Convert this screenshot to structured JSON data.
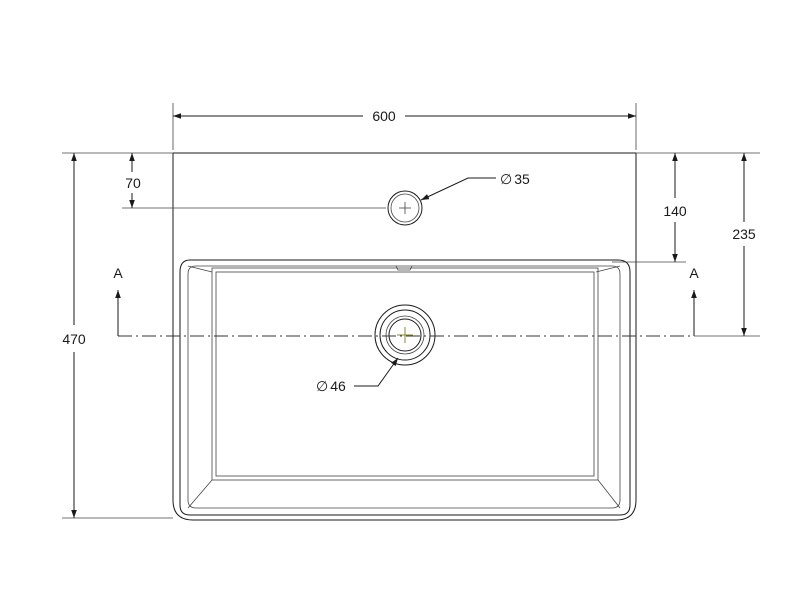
{
  "dimensions": {
    "width": "600",
    "depth": "470",
    "tap_hole_offset": "70",
    "bowl_offset": "140",
    "waste_offset": "235",
    "tap_hole_diameter": "35",
    "waste_diameter": "46"
  },
  "section_markers": {
    "left": "A",
    "right": "A"
  },
  "diameter_symbol": "∅"
}
